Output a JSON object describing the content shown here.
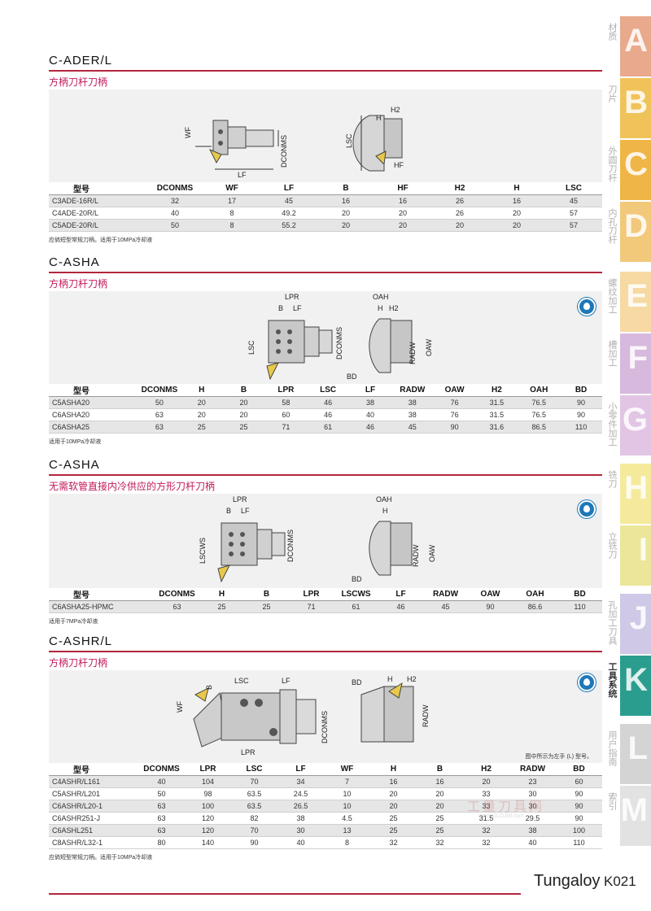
{
  "sections": [
    {
      "title": "C-ADER/L",
      "subtitle": "方柄刀杆刀柄",
      "headers": [
        "型号",
        "DCONMS",
        "WF",
        "LF",
        "B",
        "HF",
        "H2",
        "H",
        "LSC"
      ],
      "rows": [
        [
          "C3ADE-16R/L",
          "32",
          "17",
          "45",
          "16",
          "16",
          "26",
          "16",
          "45"
        ],
        [
          "C4ADE-20R/L",
          "40",
          "8",
          "49.2",
          "20",
          "20",
          "26",
          "20",
          "57"
        ],
        [
          "C5ADE-20R/L",
          "50",
          "8",
          "55.2",
          "20",
          "20",
          "20",
          "20",
          "57"
        ]
      ],
      "note": "应倘短型常规刀柄。适用于10MPa冷却液",
      "diagram_labels": {
        "wf": "WF",
        "dconms": "DCONMS",
        "lf": "LF",
        "lsc": "LSC",
        "h2": "H2",
        "h": "H",
        "hf": "HF"
      }
    },
    {
      "title": "C-ASHA",
      "subtitle": "方柄刀杆刀柄",
      "headers": [
        "型号",
        "DCONMS",
        "H",
        "B",
        "LPR",
        "LSC",
        "LF",
        "RADW",
        "OAW",
        "H2",
        "OAH",
        "BD"
      ],
      "rows": [
        [
          "C5ASHA20",
          "50",
          "20",
          "20",
          "58",
          "46",
          "38",
          "38",
          "76",
          "31.5",
          "76.5",
          "90"
        ],
        [
          "C6ASHA20",
          "63",
          "20",
          "20",
          "60",
          "46",
          "40",
          "38",
          "76",
          "31.5",
          "76.5",
          "90"
        ],
        [
          "C6ASHA25",
          "63",
          "25",
          "25",
          "71",
          "61",
          "46",
          "45",
          "90",
          "31.6",
          "86.5",
          "110"
        ]
      ],
      "note": "适用于10MPa冷却液",
      "diagram_labels": {
        "lpr": "LPR",
        "b": "B",
        "lf": "LF",
        "lsc": "LSC",
        "dconms": "DCONMS",
        "oah": "OAH",
        "h": "H",
        "h2": "H2",
        "oaw": "OAW",
        "radw": "RADW",
        "bd": "BD"
      }
    },
    {
      "title": "C-ASHA",
      "subtitle": "无需软管直接内冷供应的方形刀杆刀柄",
      "headers": [
        "型号",
        "DCONMS",
        "H",
        "B",
        "LPR",
        "LSCWS",
        "LF",
        "RADW",
        "OAW",
        "OAH",
        "BD"
      ],
      "rows": [
        [
          "C6ASHA25-HPMC",
          "63",
          "25",
          "25",
          "71",
          "61",
          "46",
          "45",
          "90",
          "86.6",
          "110"
        ]
      ],
      "note": "适用于7MPa冷却液",
      "diagram_labels": {
        "lpr": "LPR",
        "b": "B",
        "lf": "LF",
        "lscws": "LSCWS",
        "dconms": "DCONMS",
        "oah": "OAH",
        "h": "H",
        "oaw": "OAW",
        "radw": "RADW",
        "bd": "BD"
      }
    },
    {
      "title": "C-ASHR/L",
      "subtitle": "方柄刀杆刀柄",
      "headers": [
        "型号",
        "DCONMS",
        "LPR",
        "LSC",
        "LF",
        "WF",
        "H",
        "B",
        "H2",
        "RADW",
        "BD"
      ],
      "rows": [
        [
          "C4ASHR/L161",
          "40",
          "104",
          "70",
          "34",
          "7",
          "16",
          "16",
          "20",
          "23",
          "60"
        ],
        [
          "C5ASHR/L201",
          "50",
          "98",
          "63.5",
          "24.5",
          "10",
          "20",
          "20",
          "33",
          "30",
          "90"
        ],
        [
          "C6ASHR/L20-1",
          "63",
          "100",
          "63.5",
          "26.5",
          "10",
          "20",
          "20",
          "33",
          "30",
          "90"
        ],
        [
          "C6ASHR251-J",
          "63",
          "120",
          "82",
          "38",
          "4.5",
          "25",
          "25",
          "31.5",
          "29.5",
          "90"
        ],
        [
          "C6ASHL251",
          "63",
          "120",
          "70",
          "30",
          "13",
          "25",
          "25",
          "32",
          "38",
          "100"
        ],
        [
          "C8ASHR/L32-1",
          "80",
          "140",
          "90",
          "40",
          "8",
          "32",
          "32",
          "32",
          "40",
          "110"
        ]
      ],
      "note": "应倘短型常规刀柄。适用于10MPa冷却液",
      "diagram_note": "图中所示为左手 (L) 型号。",
      "diagram_labels": {
        "b": "B",
        "lsc": "LSC",
        "lf": "LF",
        "wf": "WF",
        "dconms": "DCONMS",
        "lpr": "LPR",
        "bd": "BD",
        "h": "H",
        "h2": "H2",
        "radw": "RADW"
      }
    }
  ],
  "side_tabs": [
    {
      "letter": "A",
      "label": "材质",
      "color": "#e8a98c"
    },
    {
      "letter": "B",
      "label": "刀片",
      "color": "#f0c35a"
    },
    {
      "letter": "C",
      "label": "外圆刀杆",
      "color": "#f0b547"
    },
    {
      "letter": "D",
      "label": "内孔刀杆",
      "color": "#f2c97b"
    },
    {
      "letter": "E",
      "label": "螺纹加工",
      "color": "#f6d9a3"
    },
    {
      "letter": "F",
      "label": "槽加工",
      "color": "#d7b9dd"
    },
    {
      "letter": "G",
      "label": "小零件加工",
      "color": "#e2c4e4"
    },
    {
      "letter": "H",
      "label": "铣刀",
      "color": "#f5ea9c"
    },
    {
      "letter": "I",
      "label": "立铣刀",
      "color": "#ece69a"
    },
    {
      "letter": "J",
      "label": "孔加工刀具",
      "color": "#cfc8e6"
    },
    {
      "letter": "K",
      "label": "工具系统",
      "color": "#2a9d8f"
    },
    {
      "letter": "L",
      "label": "用户指南",
      "color": "#d4d4d4"
    },
    {
      "letter": "M",
      "label": "索引",
      "color": "#e2e2e2"
    }
  ],
  "active_tab": "K",
  "footer": {
    "brand": "Tungaloy",
    "page": "K021"
  },
  "watermark": {
    "cn": "工量刀具网",
    "en": "www.GLDJW.com"
  }
}
